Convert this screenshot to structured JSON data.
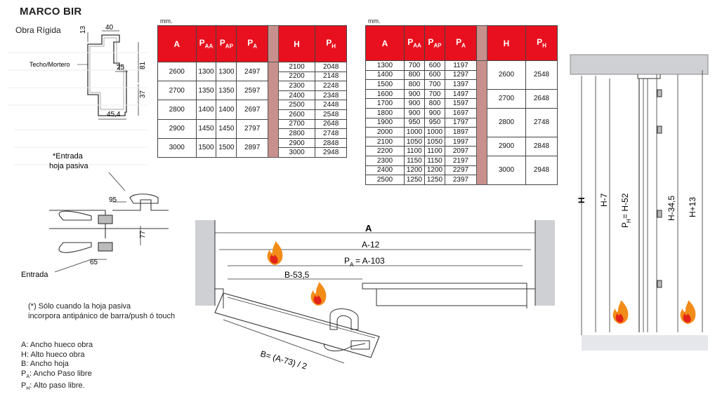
{
  "header": {
    "title": "MARCO BIR",
    "subtitle": "Obra Rígida"
  },
  "profile": {
    "dim_13": "13",
    "dim_40": "40",
    "dim_81": "81",
    "dim_25": "25",
    "dim_37": "37",
    "dim_45": "45,4",
    "label_techo": "Techo/Mortero"
  },
  "hinge": {
    "note_line1": "*Entrada",
    "note_line2": "hoja pasiva",
    "dim_95": "95",
    "dim_77": "77",
    "dim_65": "65",
    "label_entrada": "Entrada"
  },
  "note": {
    "line1": "(*) Sólo cuando la hoja pasiva",
    "line2": "incorpora antipánico de barra/push ó touch"
  },
  "legend": {
    "a_key": "A",
    "a_text": ": Ancho hueco obra",
    "h_key": "H",
    "h_text": ": Alto hueco obra",
    "b_key": "B",
    "b_text": ": Ancho hoja",
    "pa_key": "P",
    "pa_sub": "A",
    "pa_text": ": Ancho Paso libre",
    "ph_key": "P",
    "ph_sub": "H",
    "ph_text": ": Alto paso libre."
  },
  "table1": {
    "unit": "mm.",
    "headers": {
      "a": "A",
      "paa": "P",
      "paa_sub": "AA",
      "pap": "P",
      "pap_sub": "AP",
      "pa": "P",
      "pa_sub": "A",
      "h": "H",
      "ph": "P",
      "ph_sub": "H"
    },
    "left_rows": [
      [
        "2600",
        "1300",
        "1300",
        "2497"
      ],
      [
        "2700",
        "1350",
        "1350",
        "2597"
      ],
      [
        "2800",
        "1400",
        "1400",
        "2697"
      ],
      [
        "2900",
        "1450",
        "1450",
        "2797"
      ],
      [
        "3000",
        "1500",
        "1500",
        "2897"
      ]
    ],
    "right_rows": [
      [
        "2100",
        "2048"
      ],
      [
        "2200",
        "2148"
      ],
      [
        "2300",
        "2248"
      ],
      [
        "2400",
        "2348"
      ],
      [
        "2500",
        "2448"
      ],
      [
        "2600",
        "2548"
      ],
      [
        "2700",
        "2648"
      ],
      [
        "2800",
        "2748"
      ],
      [
        "2900",
        "2848"
      ],
      [
        "3000",
        "2948"
      ]
    ]
  },
  "table2": {
    "unit": "mm.",
    "headers": {
      "a": "A",
      "paa": "P",
      "paa_sub": "AA",
      "pap": "P",
      "pap_sub": "AP",
      "pa": "P",
      "pa_sub": "A",
      "h": "H",
      "ph": "P",
      "ph_sub": "H"
    },
    "left_rows": [
      [
        "1300",
        "700",
        "600",
        "1197"
      ],
      [
        "1400",
        "800",
        "600",
        "1297"
      ],
      [
        "1500",
        "800",
        "700",
        "1397"
      ],
      [
        "1600",
        "900",
        "700",
        "1497"
      ],
      [
        "1700",
        "900",
        "800",
        "1597"
      ],
      [
        "1800",
        "900",
        "900",
        "1697"
      ],
      [
        "1900",
        "950",
        "950",
        "1797"
      ],
      [
        "2000",
        "1000",
        "1000",
        "1897"
      ],
      [
        "2100",
        "1050",
        "1050",
        "1997"
      ],
      [
        "2200",
        "1100",
        "1100",
        "2097"
      ],
      [
        "2300",
        "1150",
        "1150",
        "2197"
      ],
      [
        "2400",
        "1200",
        "1200",
        "2297"
      ],
      [
        "2500",
        "1250",
        "1250",
        "2397"
      ]
    ],
    "right_rows": [
      [
        "2600",
        "2548"
      ],
      [
        "2700",
        "2648"
      ],
      [
        "2800",
        "2748"
      ],
      [
        "2900",
        "2848"
      ],
      [
        "3000",
        "2948"
      ]
    ]
  },
  "plan": {
    "a": "A",
    "a12": "A-12",
    "pa_label": "P",
    "pa_sub": "A",
    "pa_expr": "= A-103",
    "b": "B-53,5",
    "b_formula": "B= (A-73) / 2"
  },
  "elevation": {
    "h": "H",
    "h7": "H-7",
    "ph_label": "P",
    "ph_sub": "H",
    "ph_expr": "= H-52",
    "h345": "H-34,5",
    "h13": "H+13"
  },
  "colors": {
    "header_red": "#e8101e",
    "separator": "#c8908c",
    "flame_orange": "#f28c18",
    "flame_red": "#e2231a",
    "wall_grey": "#cfd0d4"
  },
  "icons": {
    "flame": "flame-icon"
  }
}
